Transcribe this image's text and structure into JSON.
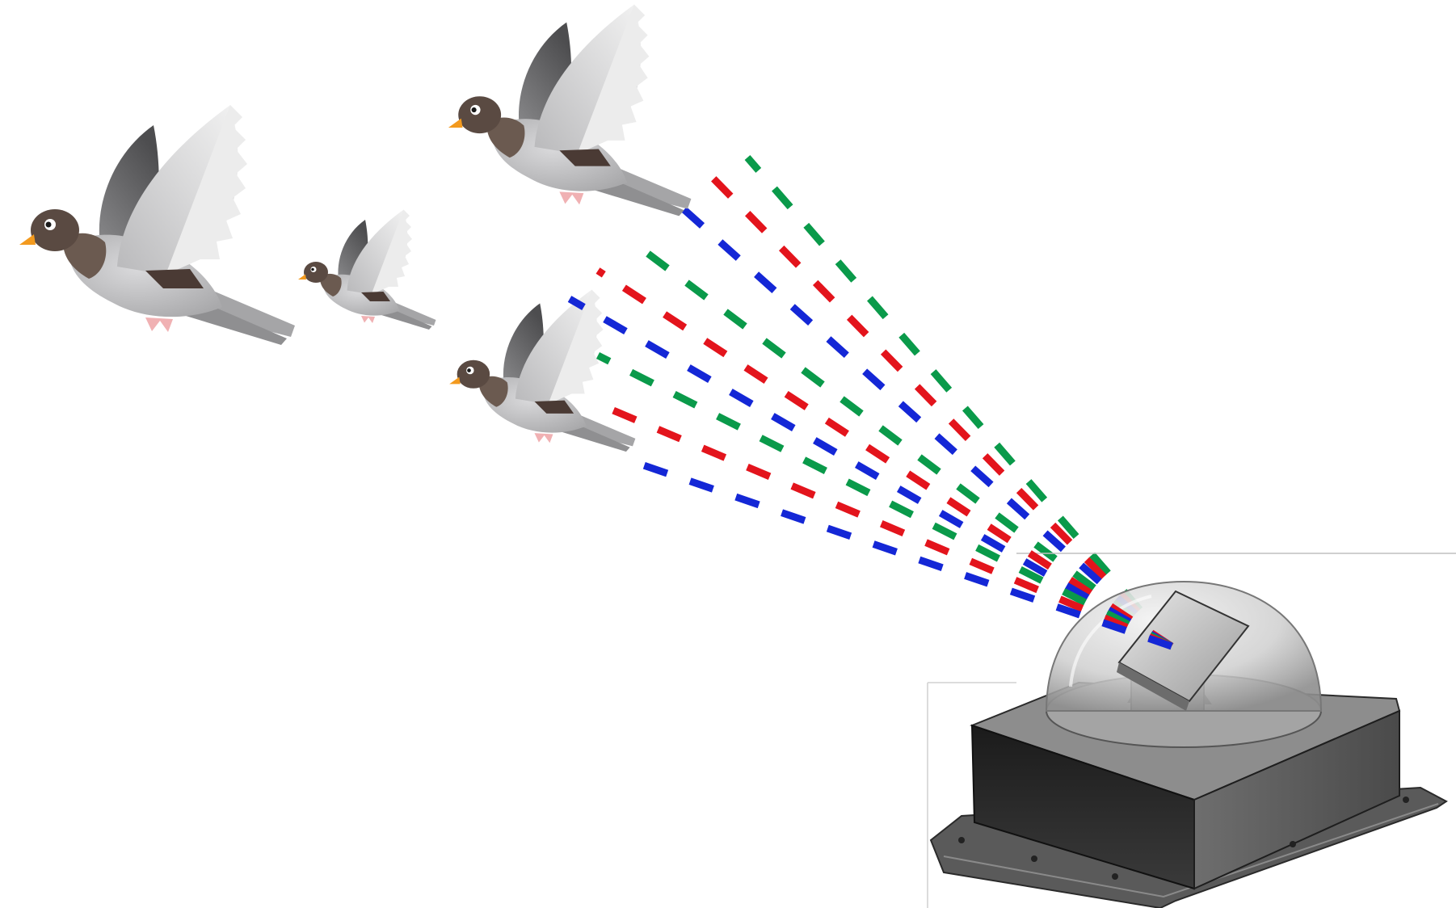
{
  "scene": {
    "subject": "laser-bird-deterrent",
    "birds": [
      {
        "kind": "pigeon",
        "icon": "pigeon-icon"
      },
      {
        "kind": "pigeon",
        "icon": "pigeon-icon"
      },
      {
        "kind": "pigeon",
        "icon": "pigeon-icon"
      },
      {
        "kind": "pigeon",
        "icon": "pigeon-icon"
      }
    ],
    "device": {
      "icon": "laser-emitter-icon",
      "parts": [
        "base-box",
        "mounting-flange",
        "glass-dome",
        "laser-head",
        "gimbal"
      ]
    },
    "beam_colors": {
      "red": "#e3141c",
      "green": "#0a9a4a",
      "blue": "#1427d6"
    },
    "colors": {
      "pigeon_body": "#c4c4c6",
      "pigeon_head": "#5a4a42",
      "pigeon_wing_dark": "#666668",
      "pigeon_beak": "#f39a1e",
      "device_body": "#2b2b2b",
      "device_top": "#8c8c8c",
      "dome": "#d8d8d8",
      "background": "#ffffff"
    }
  }
}
